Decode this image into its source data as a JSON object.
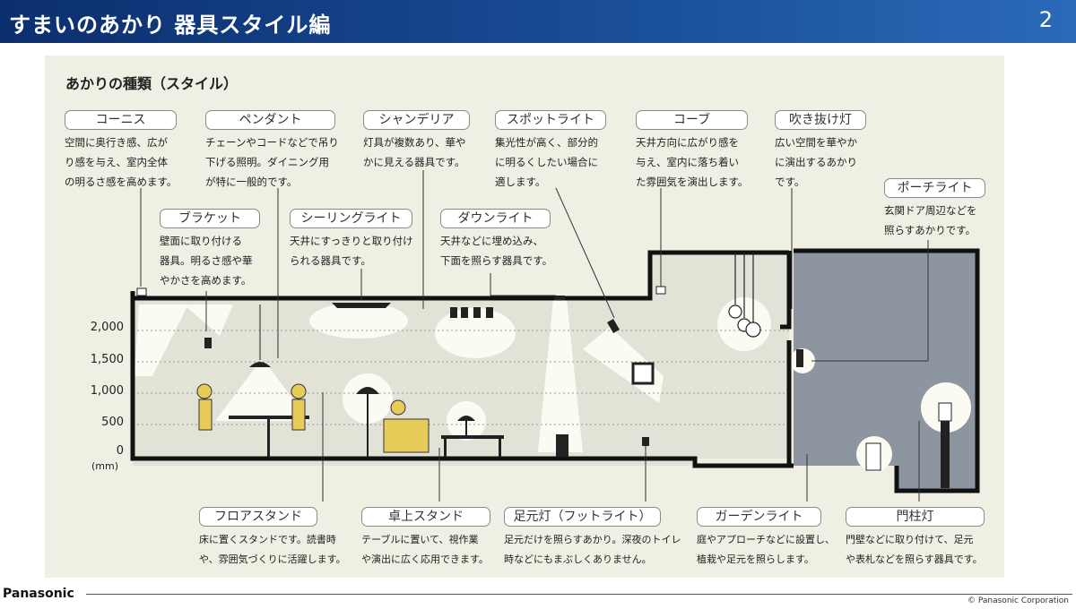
{
  "header": {
    "title": "すまいのあかり 器具スタイル編",
    "page": "2"
  },
  "section_title": "あかりの種類（スタイル）",
  "axis": {
    "labels": [
      "2,000",
      "1,500",
      "1,000",
      "500",
      "0"
    ],
    "unit": "(mm)"
  },
  "items": [
    {
      "name": "コーニス",
      "desc": "空間に奥行き感、広が\nり感を与え、室内全体\nの明るさ感を高めます。"
    },
    {
      "name": "ペンダント",
      "desc": "チェーンやコードなどで吊り\n下げる照明。ダイニング用\nが特に一般的です。"
    },
    {
      "name": "シャンデリア",
      "desc": "灯具が複数あり、華や\nかに見える器具です。"
    },
    {
      "name": "スポットライト",
      "desc": "集光性が高く、部分的\nに明るくしたい場合に\n適します。"
    },
    {
      "name": "コーブ",
      "desc": "天井方向に広がり感を\n与え、室内に落ち着い\nた雰囲気を演出します。"
    },
    {
      "name": "吹き抜け灯",
      "desc": "広い空間を華やか\nに演出するあかり\nです。"
    },
    {
      "name": "ブラケット",
      "desc": "壁面に取り付ける\n器具。明るさ感や華\nやかさを高めます。"
    },
    {
      "name": "シーリングライト",
      "desc": "天井にすっきりと取り付け\nられる器具です。"
    },
    {
      "name": "ダウンライト",
      "desc": "天井などに埋め込み、\n下面を照らす器具です。"
    },
    {
      "name": "ポーチライト",
      "desc": "玄関ドア周辺などを\n照らすあかりです。"
    },
    {
      "name": "フロアスタンド",
      "desc": "床に置くスタンドです。読書時\nや、雰囲気づくりに活躍します。"
    },
    {
      "name": "卓上スタンド",
      "desc": "テーブルに置いて、視作業\nや演出に広く応用できます。"
    },
    {
      "name": "足元灯（フットライト）",
      "desc": "足元だけを照らすあかり。深夜のトイレ\n時などにもまぶしくありません。"
    },
    {
      "name": "ガーデンライト",
      "desc": "庭やアプローチなどに設置し、\n植栽や足元を照らします。"
    },
    {
      "name": "門柱灯",
      "desc": "門壁などに取り付けて、足元\nや表札などを照らす器具です。"
    }
  ],
  "footer": {
    "logo": "Panasonic",
    "copyright": "© Panasonic Corporation"
  },
  "colors": {
    "header": "#1a4f9a",
    "panel": "#efefe4",
    "interior": "#e2e2d6",
    "exterior": "#8c95a0",
    "figure": "#e8cc5a"
  }
}
